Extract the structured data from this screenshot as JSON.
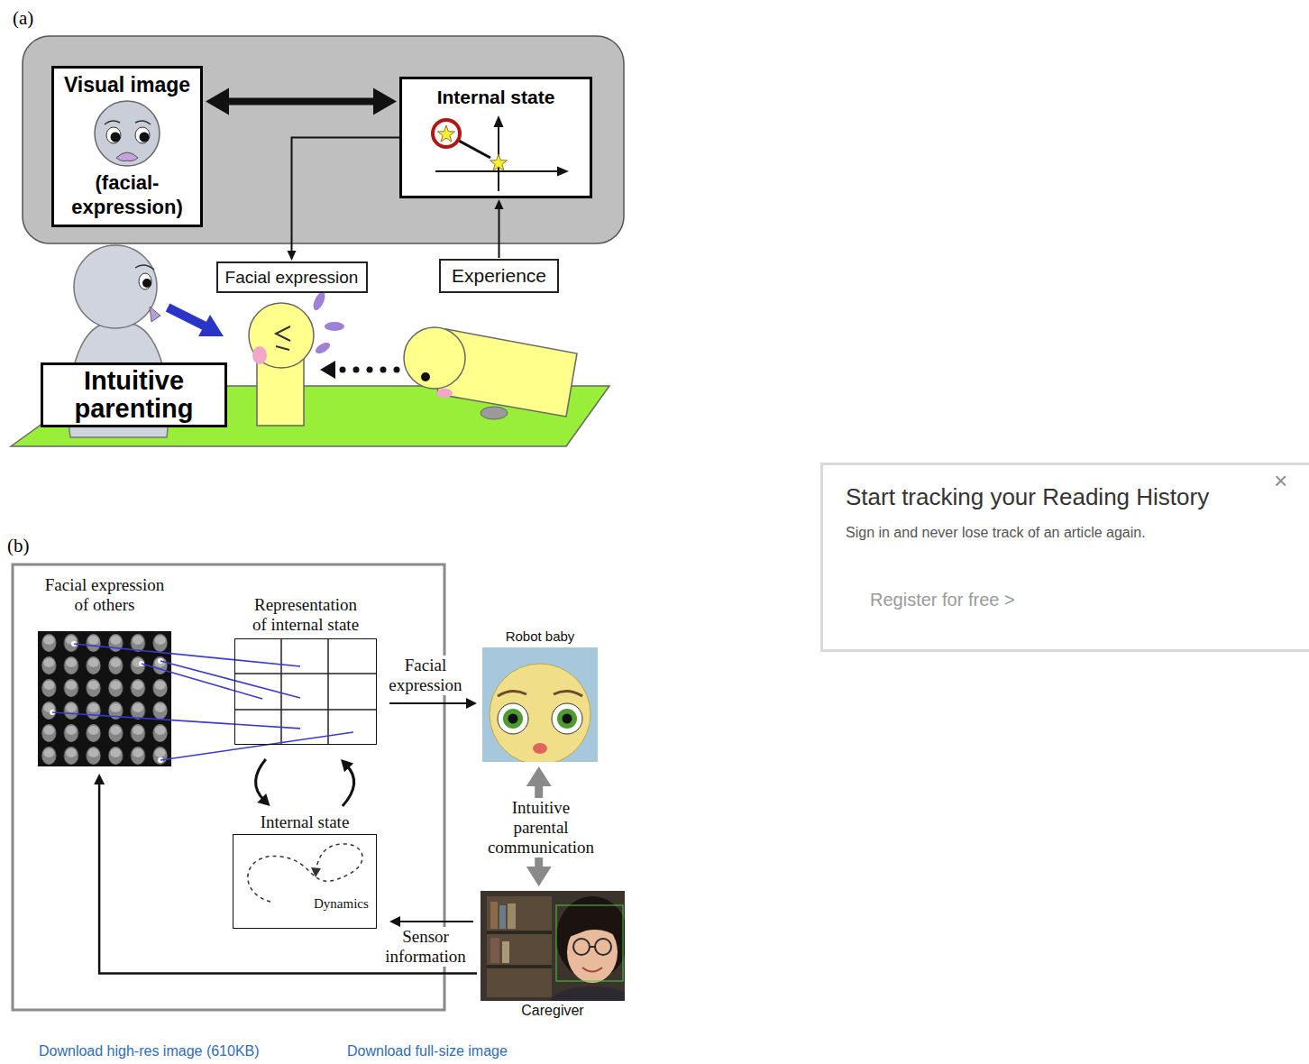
{
  "diagram": {
    "nodes": [
      {
        "text": [
          "Visual image",
          "(facial- expression)"
        ]
      },
      {
        "text": [
          "Internal state"
        ]
      },
      {
        "text": [
          "Facial expression"
        ]
      },
      {
        "text": [
          "Experience"
        ]
      },
      {
        "text": [
          "Intuitive parenting"
        ]
      },
      {
        "text": [
          "Start tracking your Reading History",
          "×",
          "Sign in and never lose track of an article again.",
          "Register for free >"
        ]
      },
      {
        "text": [
          "Facial expression of others"
        ]
      },
      {
        "text": [
          "Representation of internal state"
        ]
      },
      {
        "text": [
          "Internal state",
          "Dynamics"
        ]
      },
      {
        "text": [
          "Robot baby"
        ]
      },
      {
        "text": [
          "Caregiver"
        ]
      }
    ],
    "edges": [
      {
        "from": 0,
        "to": 1,
        "arrow": "both"
      },
      {
        "from": 1,
        "to": 2,
        "arrow": "to"
      },
      {
        "from": 3,
        "to": 1,
        "arrow": "to"
      },
      {
        "from": 6,
        "to": 7,
        "arrow": "none"
      },
      {
        "from": 6,
        "to": 7,
        "arrow": "none"
      },
      {
        "from": 6,
        "to": 7,
        "arrow": "none"
      },
      {
        "from": 6,
        "to": 7,
        "arrow": "none"
      },
      {
        "from": 6,
        "to": 7,
        "arrow": "none"
      },
      {
        "from": 7,
        "to": 8,
        "arrow": "to"
      },
      {
        "from": 8,
        "to": 7,
        "arrow": "to"
      },
      {
        "from": 7,
        "to": 9,
        "arrow": "to",
        "label": "Facial expression"
      },
      {
        "from": 9,
        "to": 10,
        "arrow": "both",
        "label": "Intuitive parental communication"
      },
      {
        "from": 10,
        "to": 8,
        "arrow": "to",
        "label": "Sensor information"
      },
      {
        "from": 10,
        "to": 6,
        "arrow": "to"
      }
    ],
    "labels": [
      "(a)",
      "(b)",
      "Download high-res image (610KB)",
      "Download full-size image"
    ]
  }
}
